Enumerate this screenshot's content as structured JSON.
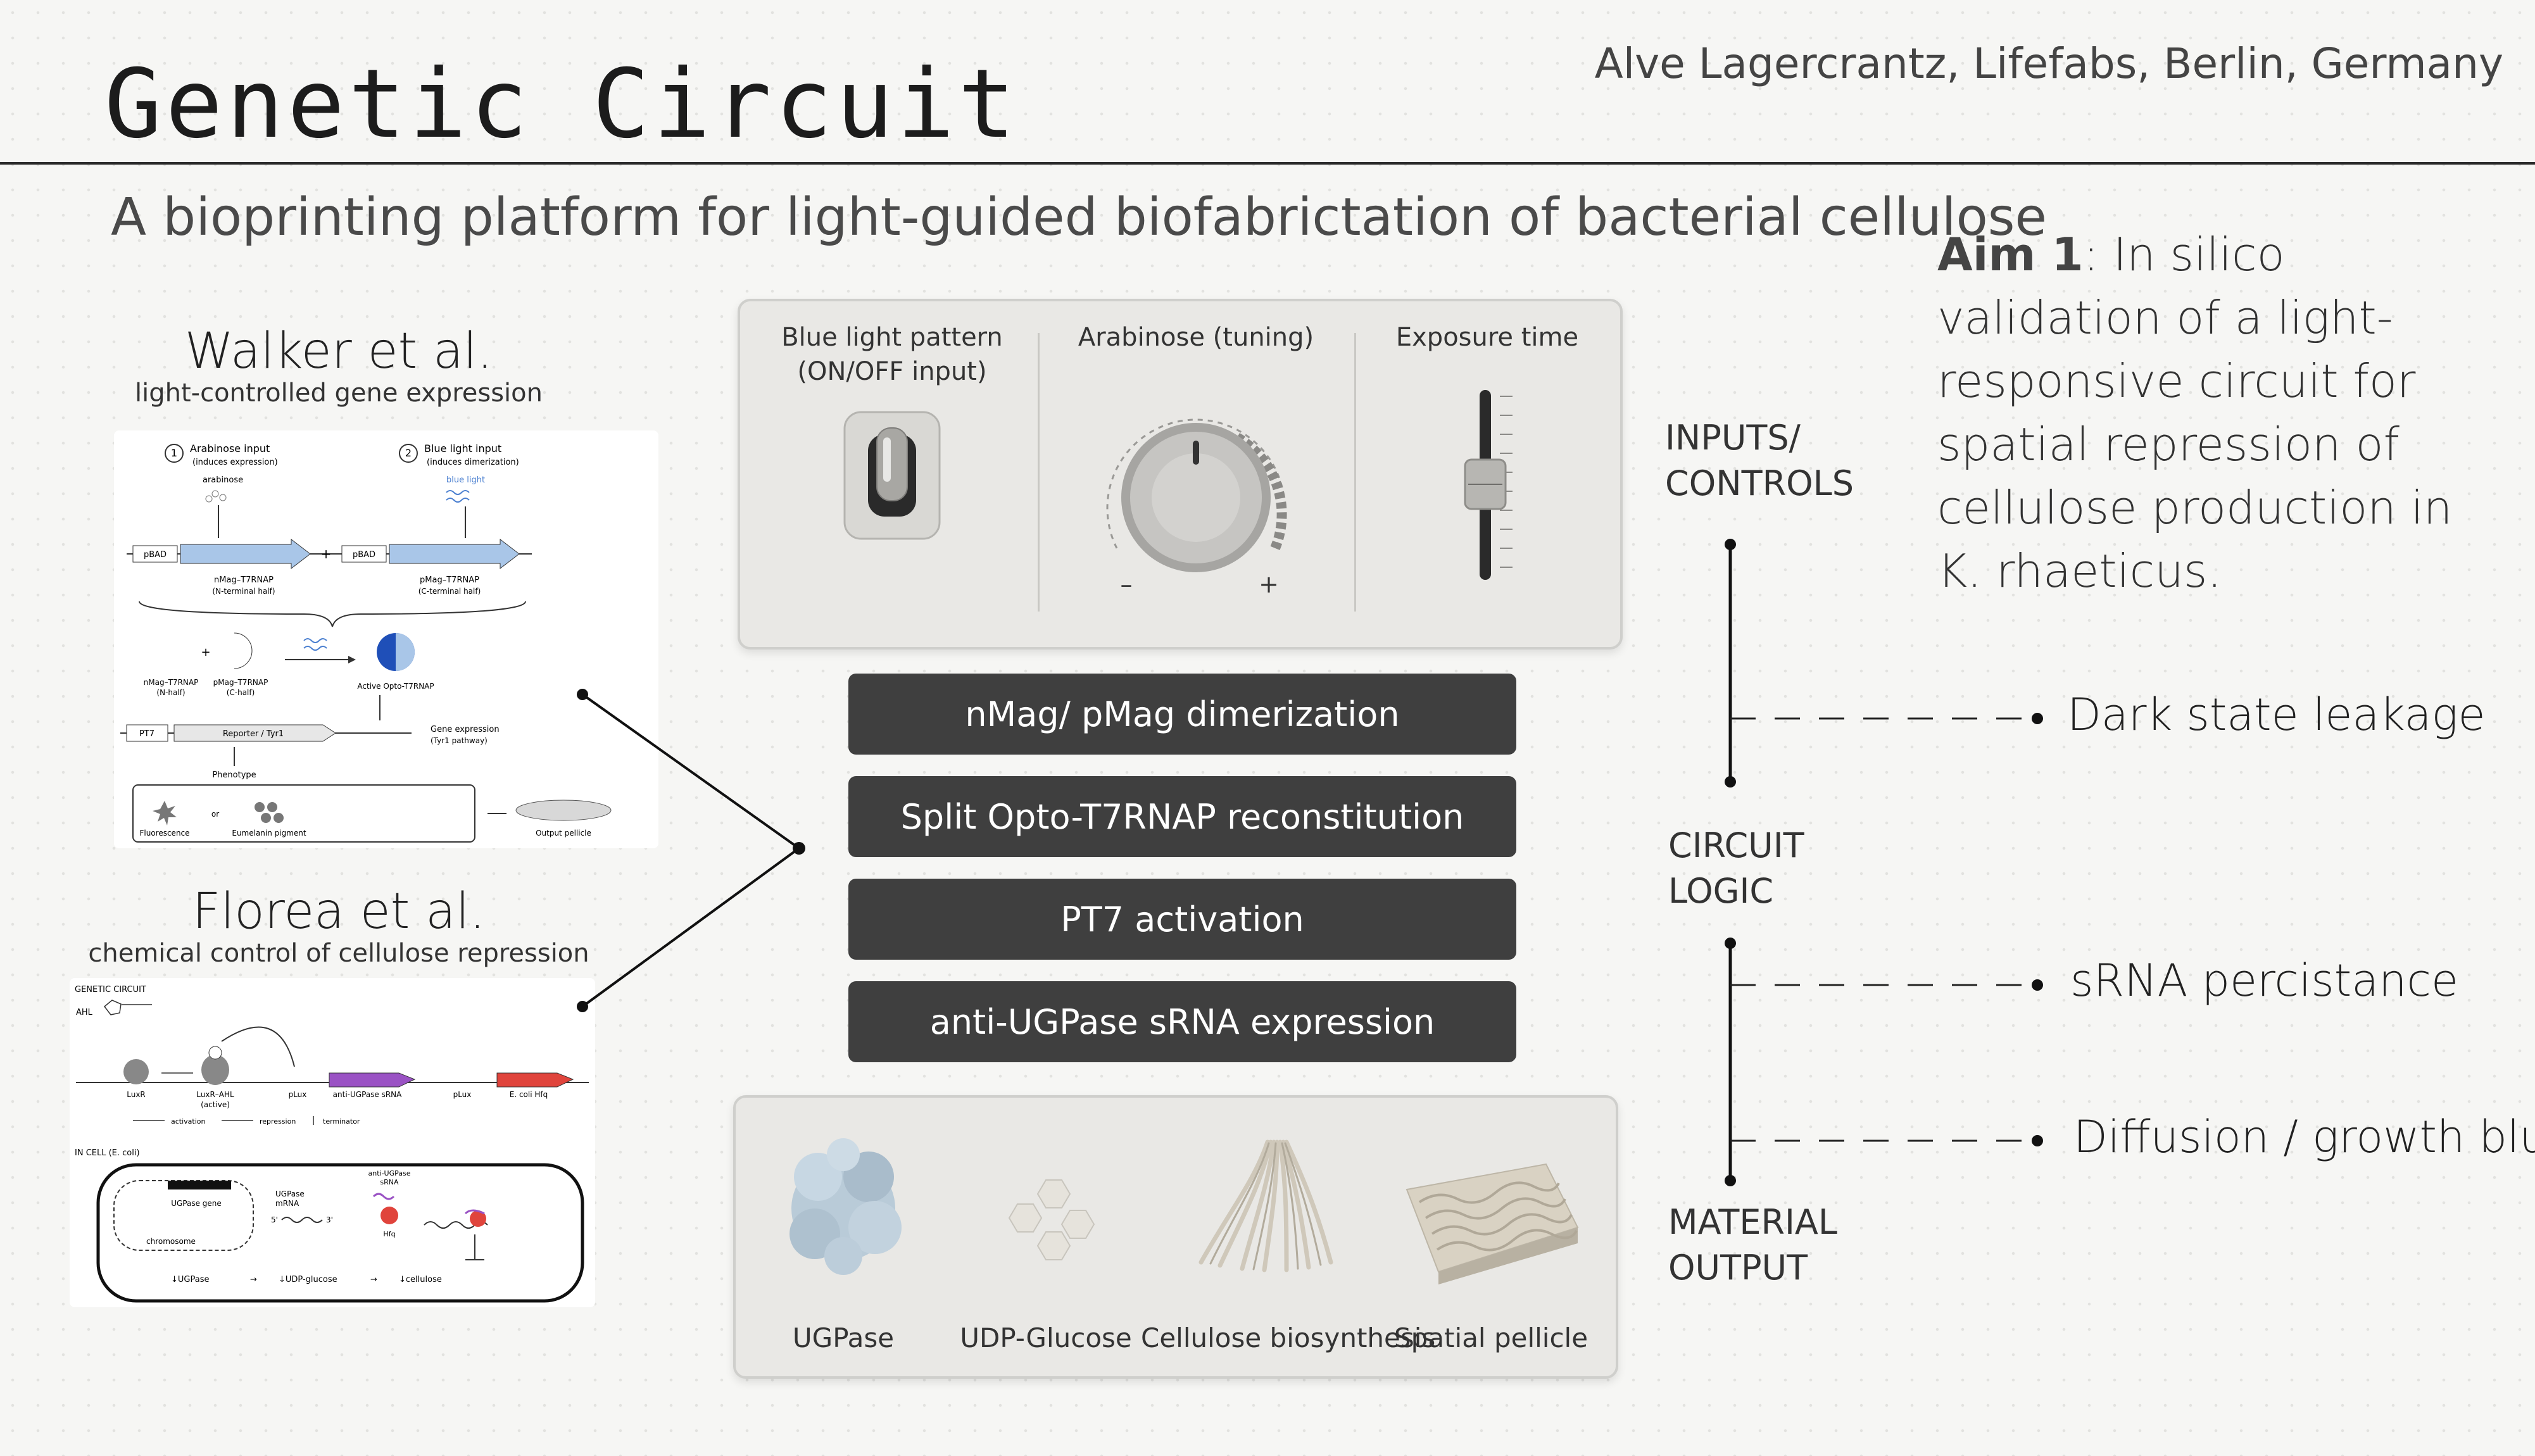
{
  "header": {
    "title": "Genetic Circuit",
    "author": "Alve Lagercrantz, Lifefabs, Berlin, Germany",
    "subtitle": "A bioprinting platform for light-guided biofabrictation of bacterial cellulose"
  },
  "aim": {
    "label": "Aim 1",
    "text": ": In silico validation of a light-responsive circuit for spatial repression of cellulose production in K. rhaeticus."
  },
  "references": [
    {
      "name": "Walker et al.",
      "subtitle": "light-controlled gene expression"
    },
    {
      "name": "Florea et al.",
      "subtitle": "chemical control of cellulose repression"
    }
  ],
  "walker_figure": {
    "input1": "Arabinose input",
    "input1_sub": "(induces expression)",
    "input1_mol": "arabinose",
    "input2": "Blue light input",
    "input2_sub": "(induces dimerization)",
    "input2_mol": "blue light",
    "num1": "1",
    "num2": "2",
    "promoter": "pBAD",
    "plus": "+",
    "gene1": "nMag–T7RNAP",
    "gene1_sub": "(N-terminal half)",
    "gene2": "pMag–T7RNAP",
    "gene2_sub": "(C-terminal half)",
    "half1": "nMag–T7RNAP",
    "half1_sub": "(N-half)",
    "half2": "pMag–T7RNAP",
    "half2_sub": "(C-half)",
    "active": "Active Opto-T7RNAP",
    "pt7": "PT7",
    "reporter": "Reporter / Tyr1",
    "expr": "Gene expression",
    "expr_sub": "(Tyr1 pathway)",
    "phenotype": "Phenotype",
    "fluor": "Fluorescence",
    "or": "or",
    "eumel": "Eumelanin pigment",
    "pellicle": "Output pellicle"
  },
  "florea_figure": {
    "header": "GENETIC CIRCUIT",
    "ahl": "AHL",
    "luxr": "LuxR",
    "luxr_ahl": "LuxR–AHL",
    "luxr_ahl_sub": "(active)",
    "plux": "pLux",
    "antisrna": "anti-UGPase sRNA",
    "hfq": "E. coli Hfq",
    "legend_act": "activation",
    "legend_rep": "repression",
    "legend_term": "terminator",
    "incell": "IN CELL (E. coli)",
    "ugp_gene": "UGPase gene",
    "chromosome": "chromosome",
    "mrna": "UGPase",
    "mrna_sub": "mRNA",
    "five": "5'",
    "three": "3'",
    "srna": "anti-UGPase",
    "srna_sub": "sRNA",
    "hfq_small": "Hfq",
    "d1": "UGPase",
    "d2": "UDP-glucose",
    "d3": "cellulose",
    "arrow": "→",
    "down": "↓"
  },
  "controls": [
    {
      "label": "Blue light pattern (ON/OFF input)",
      "minus": "",
      "plus": ""
    },
    {
      "label": "Arabinose (tuning)",
      "minus": "–",
      "plus": "+"
    },
    {
      "label": "Exposure time",
      "minus": "",
      "plus": ""
    }
  ],
  "steps": [
    "nMag/ pMag dimerization",
    "Split Opto-T7RNAP reconstitution",
    "PT7 activation",
    "anti-UGPase sRNA expression"
  ],
  "materials": [
    "UGPase",
    "UDP-Glucose",
    "Cellulose biosynthesis",
    "Spatial pellicle"
  ],
  "sections": {
    "inputs": "INPUTS/ CONTROLS",
    "logic": "CIRCUIT LOGIC",
    "output": "MATERIAL OUTPUT"
  },
  "outcomes": [
    "Dark state leakage",
    "sRNA percistance",
    "Diffusion / growth blur"
  ],
  "colors": {
    "step_bg": "#3f3f3f",
    "blue_gene": "#a9c6e8",
    "purple_gene": "#9a52c4",
    "red_gene": "#e0443c",
    "panel": "#e9e8e5"
  }
}
